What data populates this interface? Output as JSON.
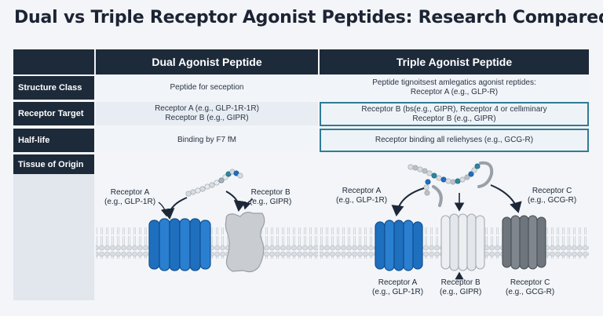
{
  "title": "Dual vs Triple Receptor Agonist Peptides: Research Compared",
  "columns": {
    "dual": "Dual Agonist Peptide",
    "triple": "Triple Agonist Peptide"
  },
  "rows": [
    {
      "label": "Structure Class",
      "dual": [
        "Peptide for seception"
      ],
      "triple": [
        "Peptide tignoitsest amlegatics agonist reptides:",
        "Receptor A (e.g., GLP-R)"
      ]
    },
    {
      "label": "Receptor Target",
      "dual": [
        "Receptor A (e.g., GLP-1R-1R)",
        "Receptor B (e.g., GIPR)"
      ],
      "triple": [
        "Receptor B (bs(e.g., GIPR), Receptor 4 or cellιminary",
        "Receptor B (e.g., GIPR)"
      ]
    },
    {
      "label": "Half-life",
      "dual": [
        "Binding by F7 fM"
      ],
      "triple": [
        "Receptor binding all reliehyses (e.g., GCG-R)"
      ]
    },
    {
      "label": "Tissue of Origin"
    }
  ],
  "dual_diagram": {
    "receptor_a": [
      "Receptor A",
      "(e.g., GLP-1R)"
    ],
    "receptor_b": [
      "Receptor B",
      "(e.g., GIPR)"
    ]
  },
  "triple_diagram": {
    "top_receptor_a": [
      "Receptor A",
      "(e.g., GLP-1R)"
    ],
    "top_receptor_c": [
      "Receptor C",
      "(e.g., GCG-R)"
    ],
    "bottom_receptor_a": [
      "Receptor A",
      "(e.g., GLP-1R)"
    ],
    "bottom_receptor_b": [
      "Receptor B",
      "(e.g., GIPR)"
    ],
    "bottom_receptor_c": [
      "Receptor C",
      "(e.g., GCG-R)"
    ]
  },
  "colors": {
    "header": "#1d2a3a",
    "receptor_blue": "#1f6fbf",
    "receptor_gray": "#c9ccd1",
    "receptor_dark_gray": "#6f757c",
    "receptor_light": "#e3e6ea",
    "highlight_border": "#2f7c97",
    "peptide_teal": "#2d86a0"
  }
}
